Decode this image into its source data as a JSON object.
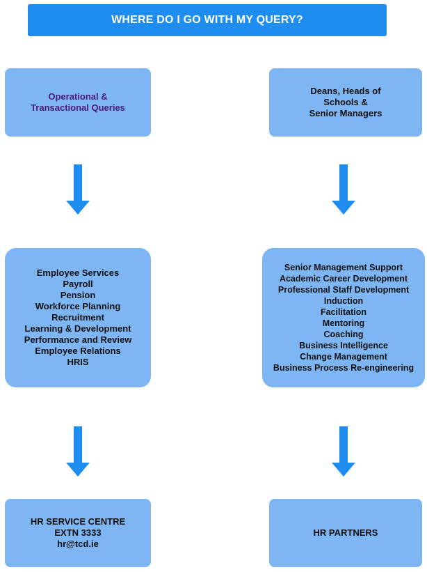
{
  "title": "WHERE DO I GO WITH MY QUERY?",
  "colors": {
    "title_bar": "#1f8cf0",
    "box_fill": "#7db6f2",
    "arrow": "#1f8cf0",
    "left_top_text": "#4b1a78"
  },
  "left": {
    "top": [
      "Operational &",
      "Transactional Queries"
    ],
    "middle": [
      "Employee Services",
      "Payroll",
      "Pension",
      "Workforce Planning",
      "Recruitment",
      "Learning & Development",
      "Performance and Review",
      "Employee Relations",
      "HRIS"
    ],
    "bottom": [
      "HR SERVICE CENTRE",
      "EXTN 3333",
      "hr@tcd.ie"
    ]
  },
  "right": {
    "top": [
      "Deans, Heads of",
      "Schools &",
      "Senior Managers"
    ],
    "middle": [
      "Senior Management Support",
      "Academic Career Development",
      "Professional Staff Development",
      "Induction",
      "Facilitation",
      "Mentoring",
      "Coaching",
      "Business Intelligence",
      "Change Management",
      "Business Process Re-engineering"
    ],
    "bottom": [
      "HR PARTNERS"
    ]
  },
  "icons": {
    "arrow": "arrow-down-icon"
  }
}
